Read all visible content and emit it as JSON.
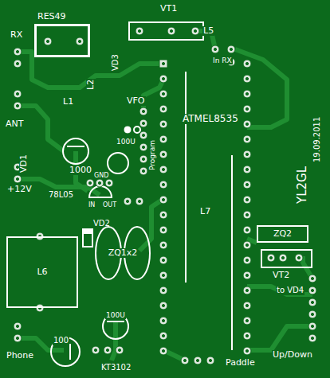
{
  "diagram": {
    "nodes": [
      {
        "text": [
          "RES49"
        ]
      },
      {
        "text": [
          "ZQ2"
        ]
      },
      {
        "text": [
          "ZQ1x2"
        ]
      },
      {
        "text": [
          "L6"
        ]
      },
      {
        "text": [
          "VT2"
        ]
      }
    ],
    "labels": [
      "VT1",
      "RX",
      "L5",
      "In RX",
      "VD3",
      "L2",
      "L1",
      "VFO",
      "ANT",
      "ATMEL8535",
      "Program",
      "100U",
      "1000",
      "VD1",
      "GND",
      "78L05",
      "IN",
      "OUT",
      "+12V",
      "VD2",
      "L7",
      "to VD4",
      "19.09.2011",
      "YL2GL",
      "100U",
      "100",
      "Phone",
      "KT3102",
      "Paddle",
      "Up/Down"
    ]
  }
}
